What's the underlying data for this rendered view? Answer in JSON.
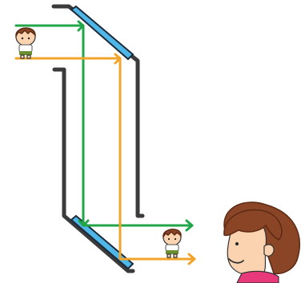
{
  "diagram": {
    "subject": "periscope",
    "colors": {
      "tube": "#3b3b3b",
      "mirror": "#4fb7e8",
      "mirror_edge": "#1e2a3a",
      "ray_upper": "#22a64a",
      "ray_lower": "#f2a32a",
      "hair": "#8a4526",
      "hair_dark": "#5c2a14",
      "skin": "#fbd3b0",
      "shirt": "#ffffff",
      "shorts": "#6b8f2e",
      "collar": "#e83a7a"
    },
    "figures": [
      {
        "name": "child-object-top",
        "role": "object"
      },
      {
        "name": "child-image-bottom",
        "role": "image"
      },
      {
        "name": "observer-face",
        "role": "observer"
      }
    ]
  }
}
